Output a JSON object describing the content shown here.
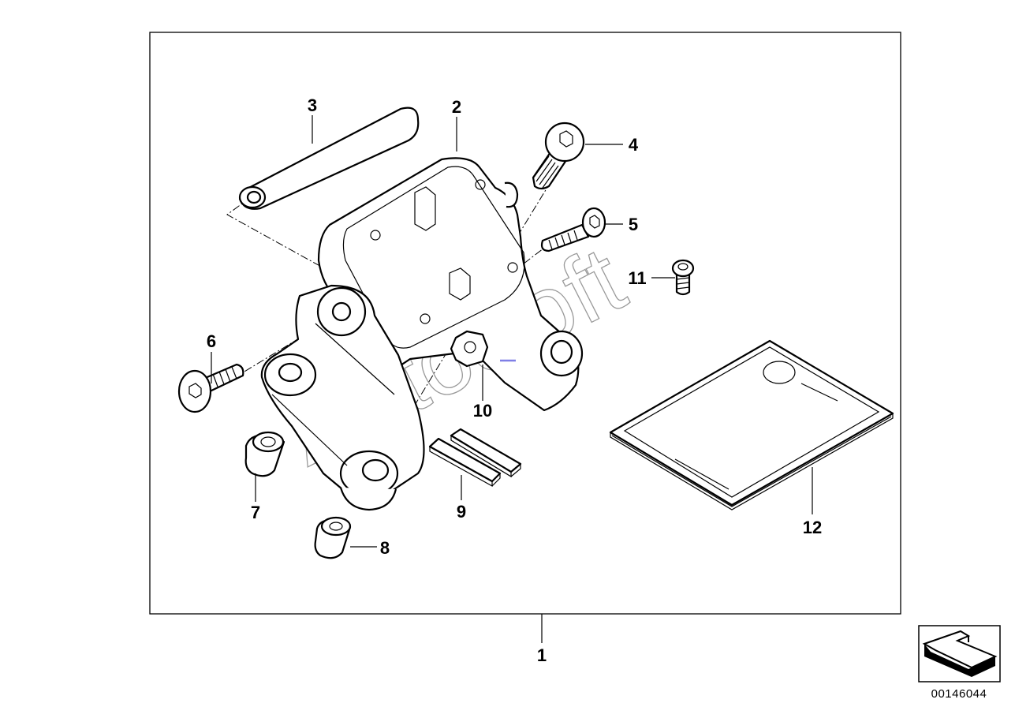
{
  "diagram": {
    "callouts": [
      {
        "id": "1",
        "label": "1"
      },
      {
        "id": "2",
        "label": "2"
      },
      {
        "id": "3",
        "label": "3"
      },
      {
        "id": "4",
        "label": "4"
      },
      {
        "id": "5",
        "label": "5"
      },
      {
        "id": "6",
        "label": "6"
      },
      {
        "id": "7",
        "label": "7"
      },
      {
        "id": "8",
        "label": "8"
      },
      {
        "id": "9",
        "label": "9"
      },
      {
        "id": "10",
        "label": "10"
      },
      {
        "id": "11",
        "label": "11"
      },
      {
        "id": "12",
        "label": "12"
      }
    ],
    "watermark": "AutoSoft",
    "diagram_code": "00146044",
    "icons": [
      "direction-arrow-icon"
    ],
    "colors": {
      "line": "#000000",
      "watermark": "#9a9a9a",
      "background": "#ffffff"
    }
  }
}
